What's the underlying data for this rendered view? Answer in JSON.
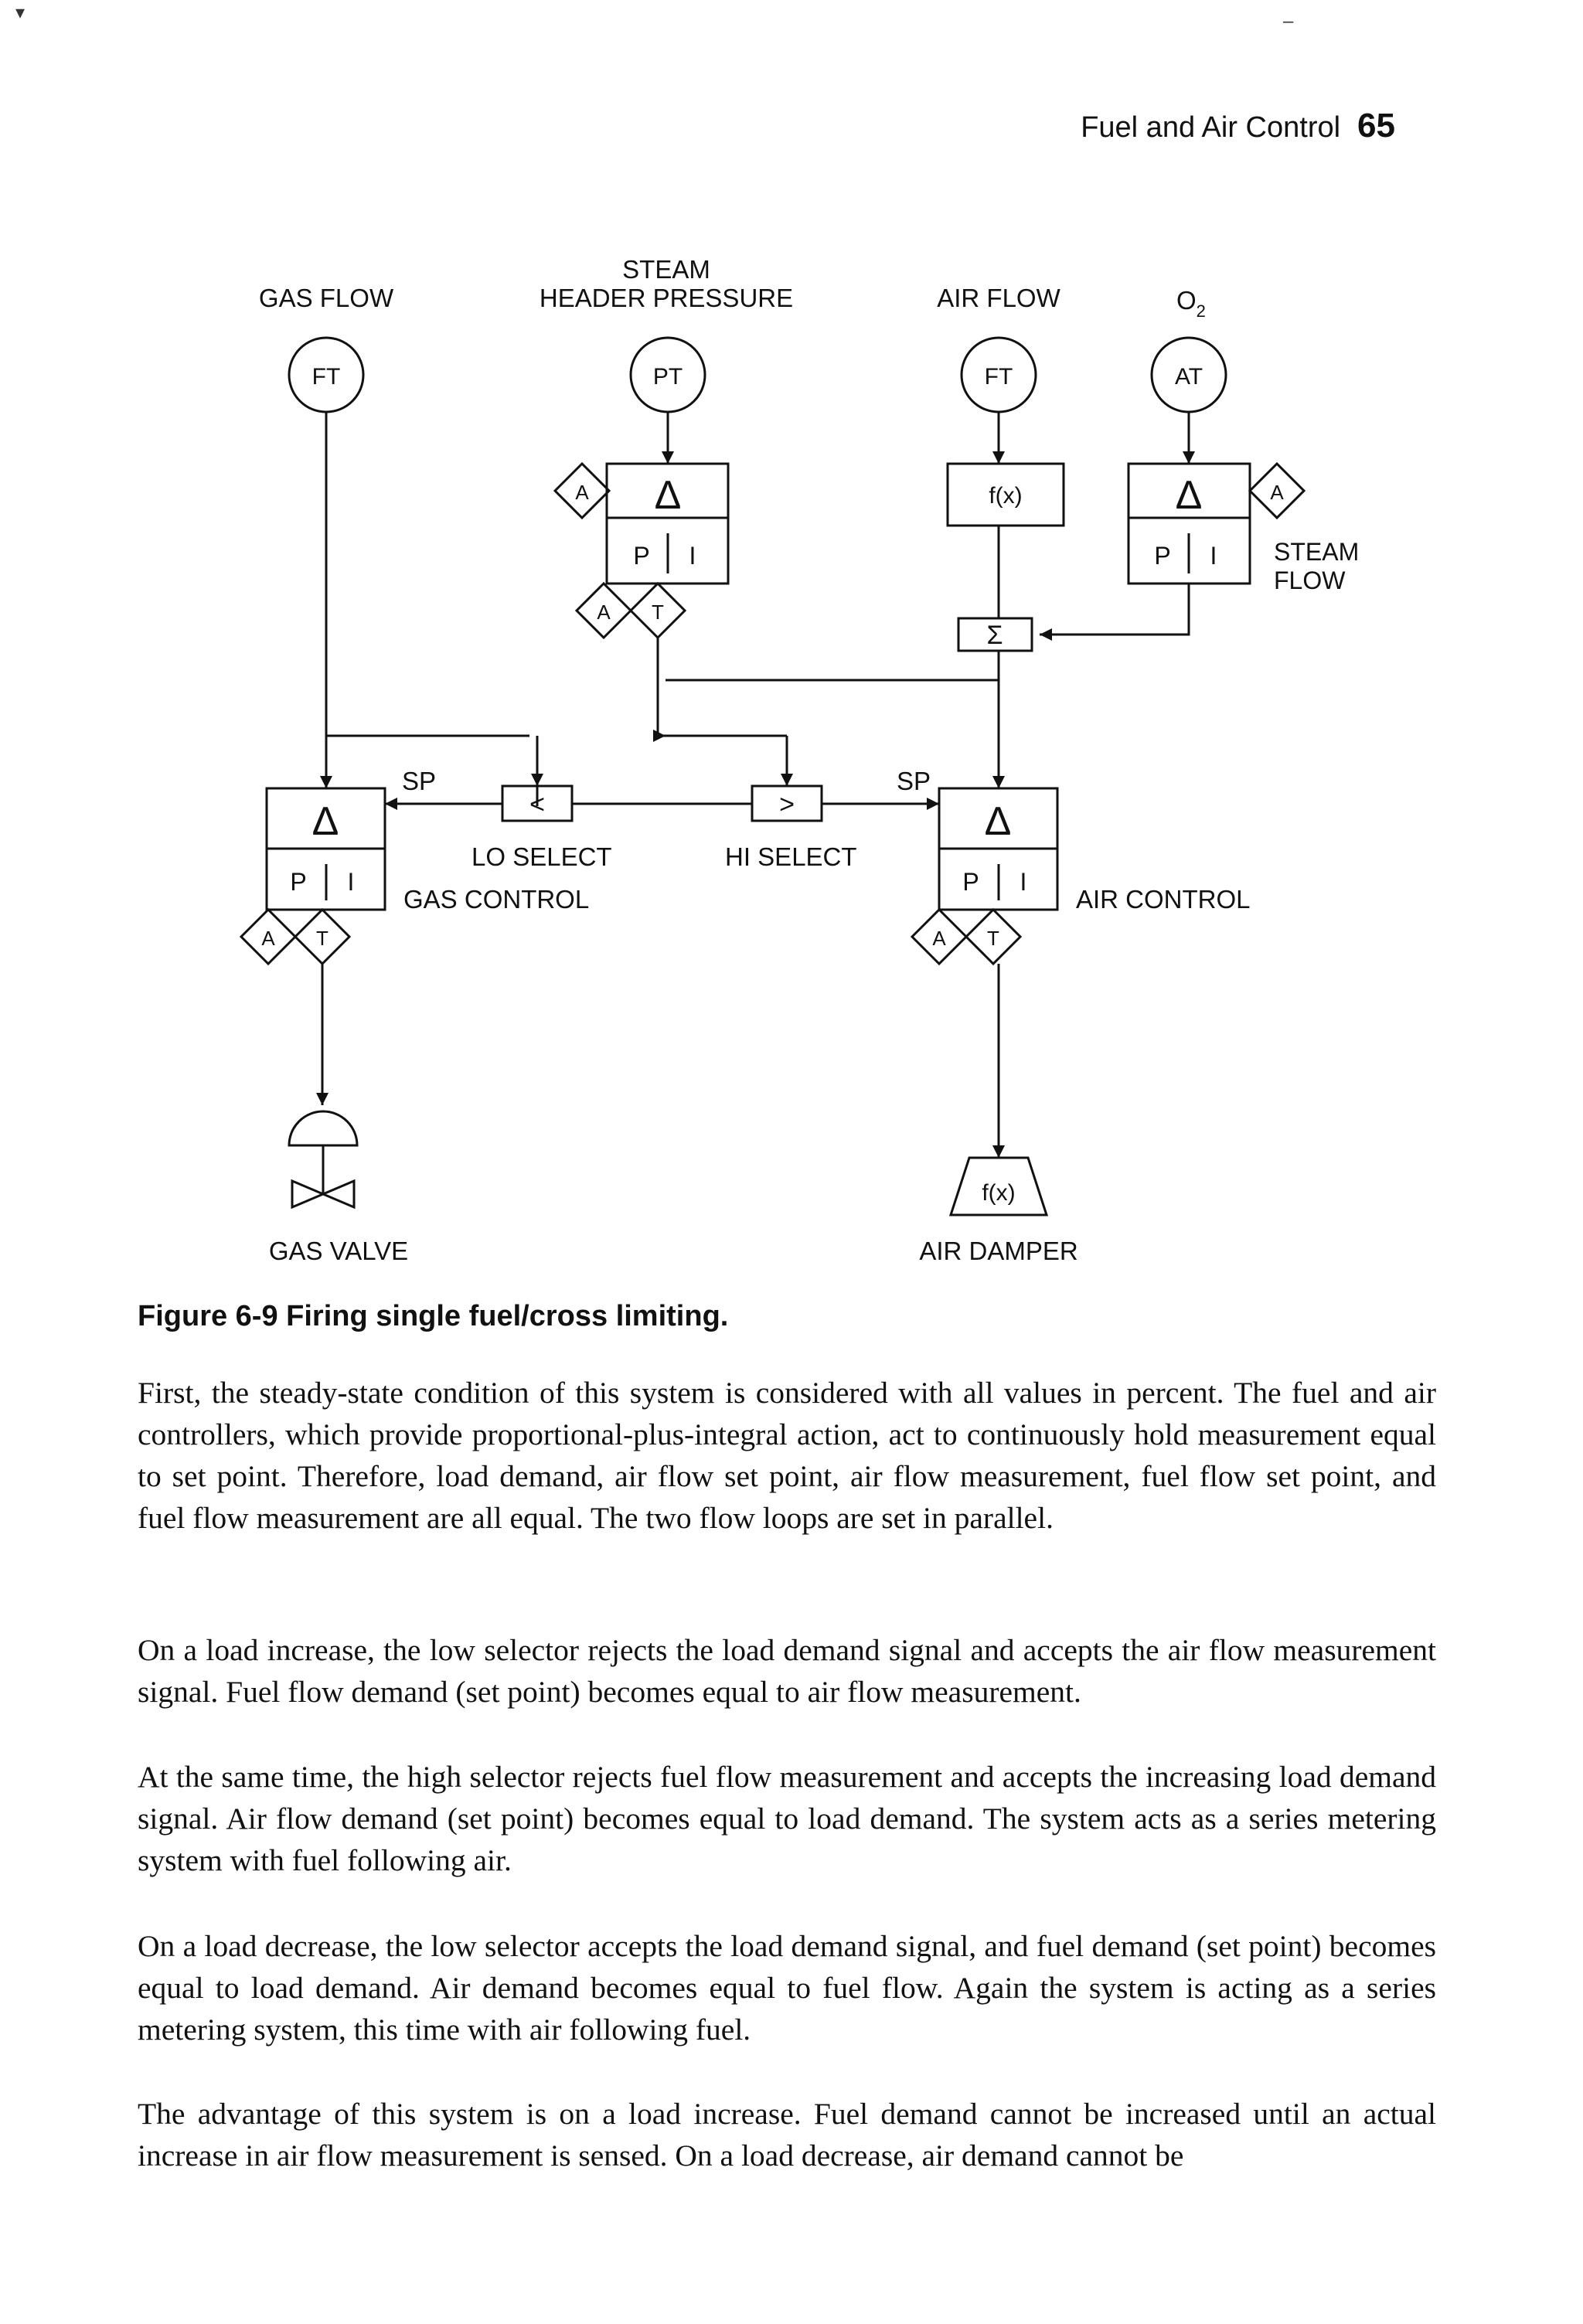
{
  "header": {
    "running_title": "Fuel and Air Control",
    "page_number": "65"
  },
  "diagram": {
    "labels": {
      "gas_flow": "GAS FLOW",
      "steam_line1": "STEAM",
      "steam_line2": "HEADER PRESSURE",
      "air_flow": "AIR FLOW",
      "o2": "O",
      "o2_sub": "2",
      "steam_flow_line1": "STEAM",
      "steam_flow_line2": "FLOW",
      "sp": "SP",
      "lo_select": "LO SELECT",
      "hi_select": "HI SELECT",
      "gas_control": "GAS CONTROL",
      "air_control": "AIR CONTROL",
      "gas_valve": "GAS VALVE",
      "air_damper": "AIR DAMPER"
    },
    "symbols": {
      "ft": "FT",
      "pt": "PT",
      "at": "AT",
      "delta": "Δ",
      "p": "P",
      "i": "I",
      "a": "A",
      "t": "T",
      "fx": "f(x)",
      "sigma": "Σ",
      "lt": "<",
      "gt": ">"
    }
  },
  "caption": "Figure 6-9 Firing single fuel/cross limiting.",
  "paragraphs": [
    "First, the steady-state condition of this system is considered with all values in percent. The fuel and air controllers, which provide proportional-plus-integral action, act to continuously hold measurement equal to set point. Therefore, load demand, air flow set point, air flow measurement, fuel flow set point, and fuel flow measurement are all equal. The two flow loops are set in parallel.",
    "On a load increase, the low selector rejects the load demand signal and accepts the air flow measurement signal. Fuel flow demand (set point) becomes equal to air flow measurement.",
    "At the same time, the high selector rejects fuel flow measurement and accepts the increasing load demand signal. Air flow demand (set point) becomes equal to load demand. The system acts as a series metering system with fuel following air.",
    "On a load decrease, the low selector accepts the load demand signal, and fuel demand (set point) becomes equal to load demand. Air demand becomes equal to fuel flow. Again the system is acting as a series metering system, this time with air following fuel.",
    "The advantage of this system is on a load increase. Fuel demand cannot be increased until an actual increase in air flow measurement is sensed. On a load decrease, air demand cannot be"
  ],
  "corner_marks": {
    "top_left": "▾",
    "top_right": "–"
  }
}
